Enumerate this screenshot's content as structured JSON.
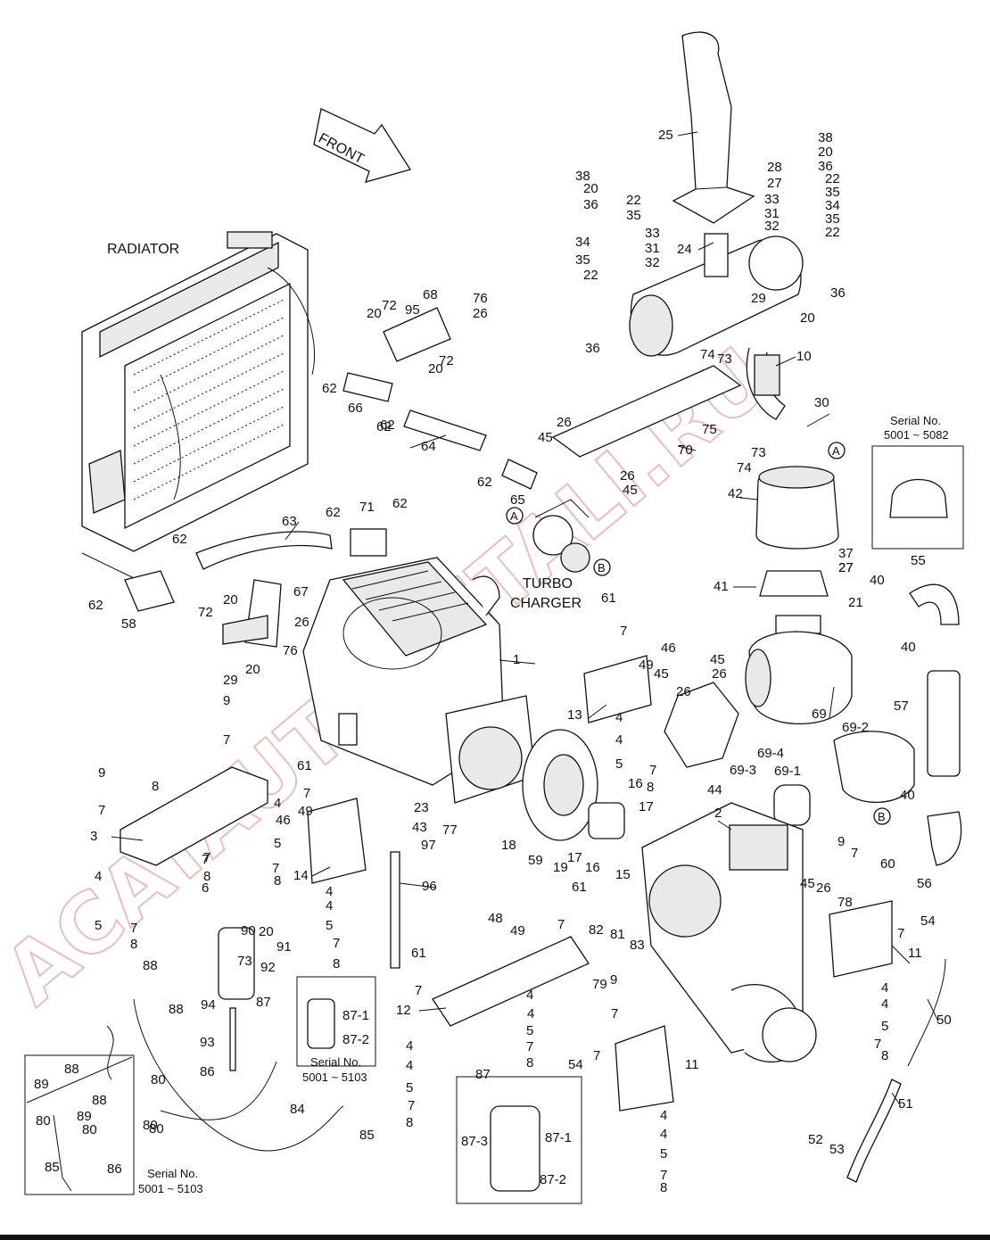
{
  "labels": {
    "front": "FRONT",
    "radiator": "RADIATOR",
    "turbo_line1": "TURBO",
    "turbo_line2": "CHARGER",
    "serial_no": "Serial No.",
    "serial_5082": "5001 ~ 5082",
    "serial_5103": "5001 ~ 5103",
    "circle_a": "A",
    "circle_b": "B"
  },
  "watermark": "ACATAUTODETALI.RU",
  "callouts": [
    {
      "id": "c-25",
      "text": "25"
    },
    {
      "id": "c-38a",
      "text": "38"
    },
    {
      "id": "c-20a",
      "text": "20"
    },
    {
      "id": "c-36a",
      "text": "36"
    },
    {
      "id": "c-22a",
      "text": "22"
    },
    {
      "id": "c-35a",
      "text": "35"
    },
    {
      "id": "c-34a",
      "text": "34"
    },
    {
      "id": "c-33a",
      "text": "33"
    },
    {
      "id": "c-31a",
      "text": "31"
    },
    {
      "id": "c-32a",
      "text": "32"
    },
    {
      "id": "c-28",
      "text": "28"
    },
    {
      "id": "c-27a",
      "text": "27"
    },
    {
      "id": "c-24",
      "text": "24"
    },
    {
      "id": "c-29a",
      "text": "29"
    },
    {
      "id": "c-10",
      "text": "10"
    },
    {
      "id": "c-30",
      "text": "30"
    },
    {
      "id": "c-70",
      "text": "70"
    },
    {
      "id": "c-75",
      "text": "75"
    },
    {
      "id": "c-73a",
      "text": "73"
    },
    {
      "id": "c-74a",
      "text": "74"
    },
    {
      "id": "c-42",
      "text": "42"
    },
    {
      "id": "c-41",
      "text": "41"
    },
    {
      "id": "c-37",
      "text": "37"
    },
    {
      "id": "c-27b",
      "text": "27"
    },
    {
      "id": "c-21",
      "text": "21"
    },
    {
      "id": "c-40a",
      "text": "40"
    },
    {
      "id": "c-55",
      "text": "55"
    },
    {
      "id": "c-57",
      "text": "57"
    },
    {
      "id": "c-69",
      "text": "69"
    },
    {
      "id": "c-69-2",
      "text": "69-2"
    },
    {
      "id": "c-69-3",
      "text": "69-3"
    },
    {
      "id": "c-69-4",
      "text": "69-4"
    },
    {
      "id": "c-69-1",
      "text": "69-1"
    },
    {
      "id": "c-60",
      "text": "60"
    },
    {
      "id": "c-56",
      "text": "56"
    },
    {
      "id": "c-1",
      "text": "1"
    },
    {
      "id": "c-2",
      "text": "2"
    },
    {
      "id": "c-13",
      "text": "13"
    },
    {
      "id": "c-14",
      "text": "14"
    },
    {
      "id": "c-3",
      "text": "3"
    },
    {
      "id": "c-62",
      "text": "62"
    },
    {
      "id": "c-63",
      "text": "63"
    },
    {
      "id": "c-71",
      "text": "71"
    },
    {
      "id": "c-66",
      "text": "66"
    },
    {
      "id": "c-64",
      "text": "64"
    },
    {
      "id": "c-65",
      "text": "65"
    },
    {
      "id": "c-58",
      "text": "58"
    },
    {
      "id": "c-67",
      "text": "67"
    },
    {
      "id": "c-68",
      "text": "68"
    },
    {
      "id": "c-95",
      "text": "95"
    },
    {
      "id": "c-72",
      "text": "72"
    },
    {
      "id": "c-76",
      "text": "76"
    },
    {
      "id": "c-26",
      "text": "26"
    },
    {
      "id": "c-45",
      "text": "45"
    },
    {
      "id": "c-96",
      "text": "96"
    },
    {
      "id": "c-97",
      "text": "97"
    },
    {
      "id": "c-23",
      "text": "23"
    },
    {
      "id": "c-43",
      "text": "43"
    },
    {
      "id": "c-77",
      "text": "77"
    },
    {
      "id": "c-18",
      "text": "18"
    },
    {
      "id": "c-59",
      "text": "59"
    },
    {
      "id": "c-19",
      "text": "19"
    },
    {
      "id": "c-17",
      "text": "17"
    },
    {
      "id": "c-16",
      "text": "16"
    },
    {
      "id": "c-15",
      "text": "15"
    },
    {
      "id": "c-12",
      "text": "12"
    },
    {
      "id": "c-11",
      "text": "11"
    },
    {
      "id": "c-44",
      "text": "44"
    },
    {
      "id": "c-46",
      "text": "46"
    },
    {
      "id": "c-49",
      "text": "49"
    },
    {
      "id": "c-48",
      "text": "48"
    },
    {
      "id": "c-50",
      "text": "50"
    },
    {
      "id": "c-51",
      "text": "51"
    },
    {
      "id": "c-52",
      "text": "52"
    },
    {
      "id": "c-53",
      "text": "53"
    },
    {
      "id": "c-54",
      "text": "54"
    },
    {
      "id": "c-78",
      "text": "78"
    },
    {
      "id": "c-79",
      "text": "79"
    },
    {
      "id": "c-80",
      "text": "80"
    },
    {
      "id": "c-81",
      "text": "81"
    },
    {
      "id": "c-82",
      "text": "82"
    },
    {
      "id": "c-83",
      "text": "83"
    },
    {
      "id": "c-84",
      "text": "84"
    },
    {
      "id": "c-85",
      "text": "85"
    },
    {
      "id": "c-86",
      "text": "86"
    },
    {
      "id": "c-87",
      "text": "87"
    },
    {
      "id": "c-87-1",
      "text": "87-1"
    },
    {
      "id": "c-87-2",
      "text": "87-2"
    },
    {
      "id": "c-87-3",
      "text": "87-3"
    },
    {
      "id": "c-88",
      "text": "88"
    },
    {
      "id": "c-89",
      "text": "89"
    },
    {
      "id": "c-90",
      "text": "90"
    },
    {
      "id": "c-91",
      "text": "91"
    },
    {
      "id": "c-92",
      "text": "92"
    },
    {
      "id": "c-93",
      "text": "93"
    },
    {
      "id": "c-94",
      "text": "94"
    },
    {
      "id": "c-4",
      "text": "4"
    },
    {
      "id": "c-5",
      "text": "5"
    },
    {
      "id": "c-6",
      "text": "6"
    },
    {
      "id": "c-7",
      "text": "7"
    },
    {
      "id": "c-8",
      "text": "8"
    },
    {
      "id": "c-9",
      "text": "9"
    },
    {
      "id": "c-61",
      "text": "61"
    }
  ]
}
